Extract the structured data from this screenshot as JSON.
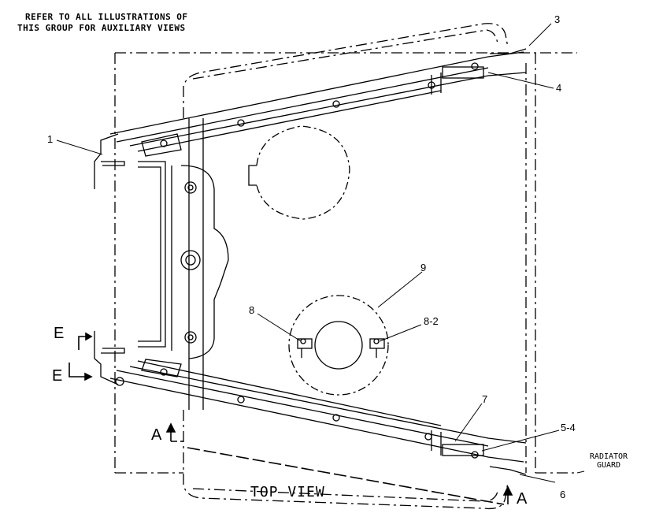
{
  "note": {
    "line1": "REFER TO ALL ILLUSTRATIONS OF",
    "line2": "THIS GROUP FOR AUXILIARY VIEWS"
  },
  "callouts": {
    "c1": "1",
    "c3": "3",
    "c4": "4",
    "c5_4": "5-4",
    "c6": "6",
    "c7": "7",
    "c8": "8",
    "c8_2": "8-2",
    "c9": "9"
  },
  "section_marks": {
    "e_top": "E",
    "e_bottom": "E",
    "a_left": "A",
    "a_right": "A"
  },
  "view_title": "TOP VIEW",
  "radiator_guard": {
    "line1": "RADIATOR",
    "line2": "GUARD"
  }
}
